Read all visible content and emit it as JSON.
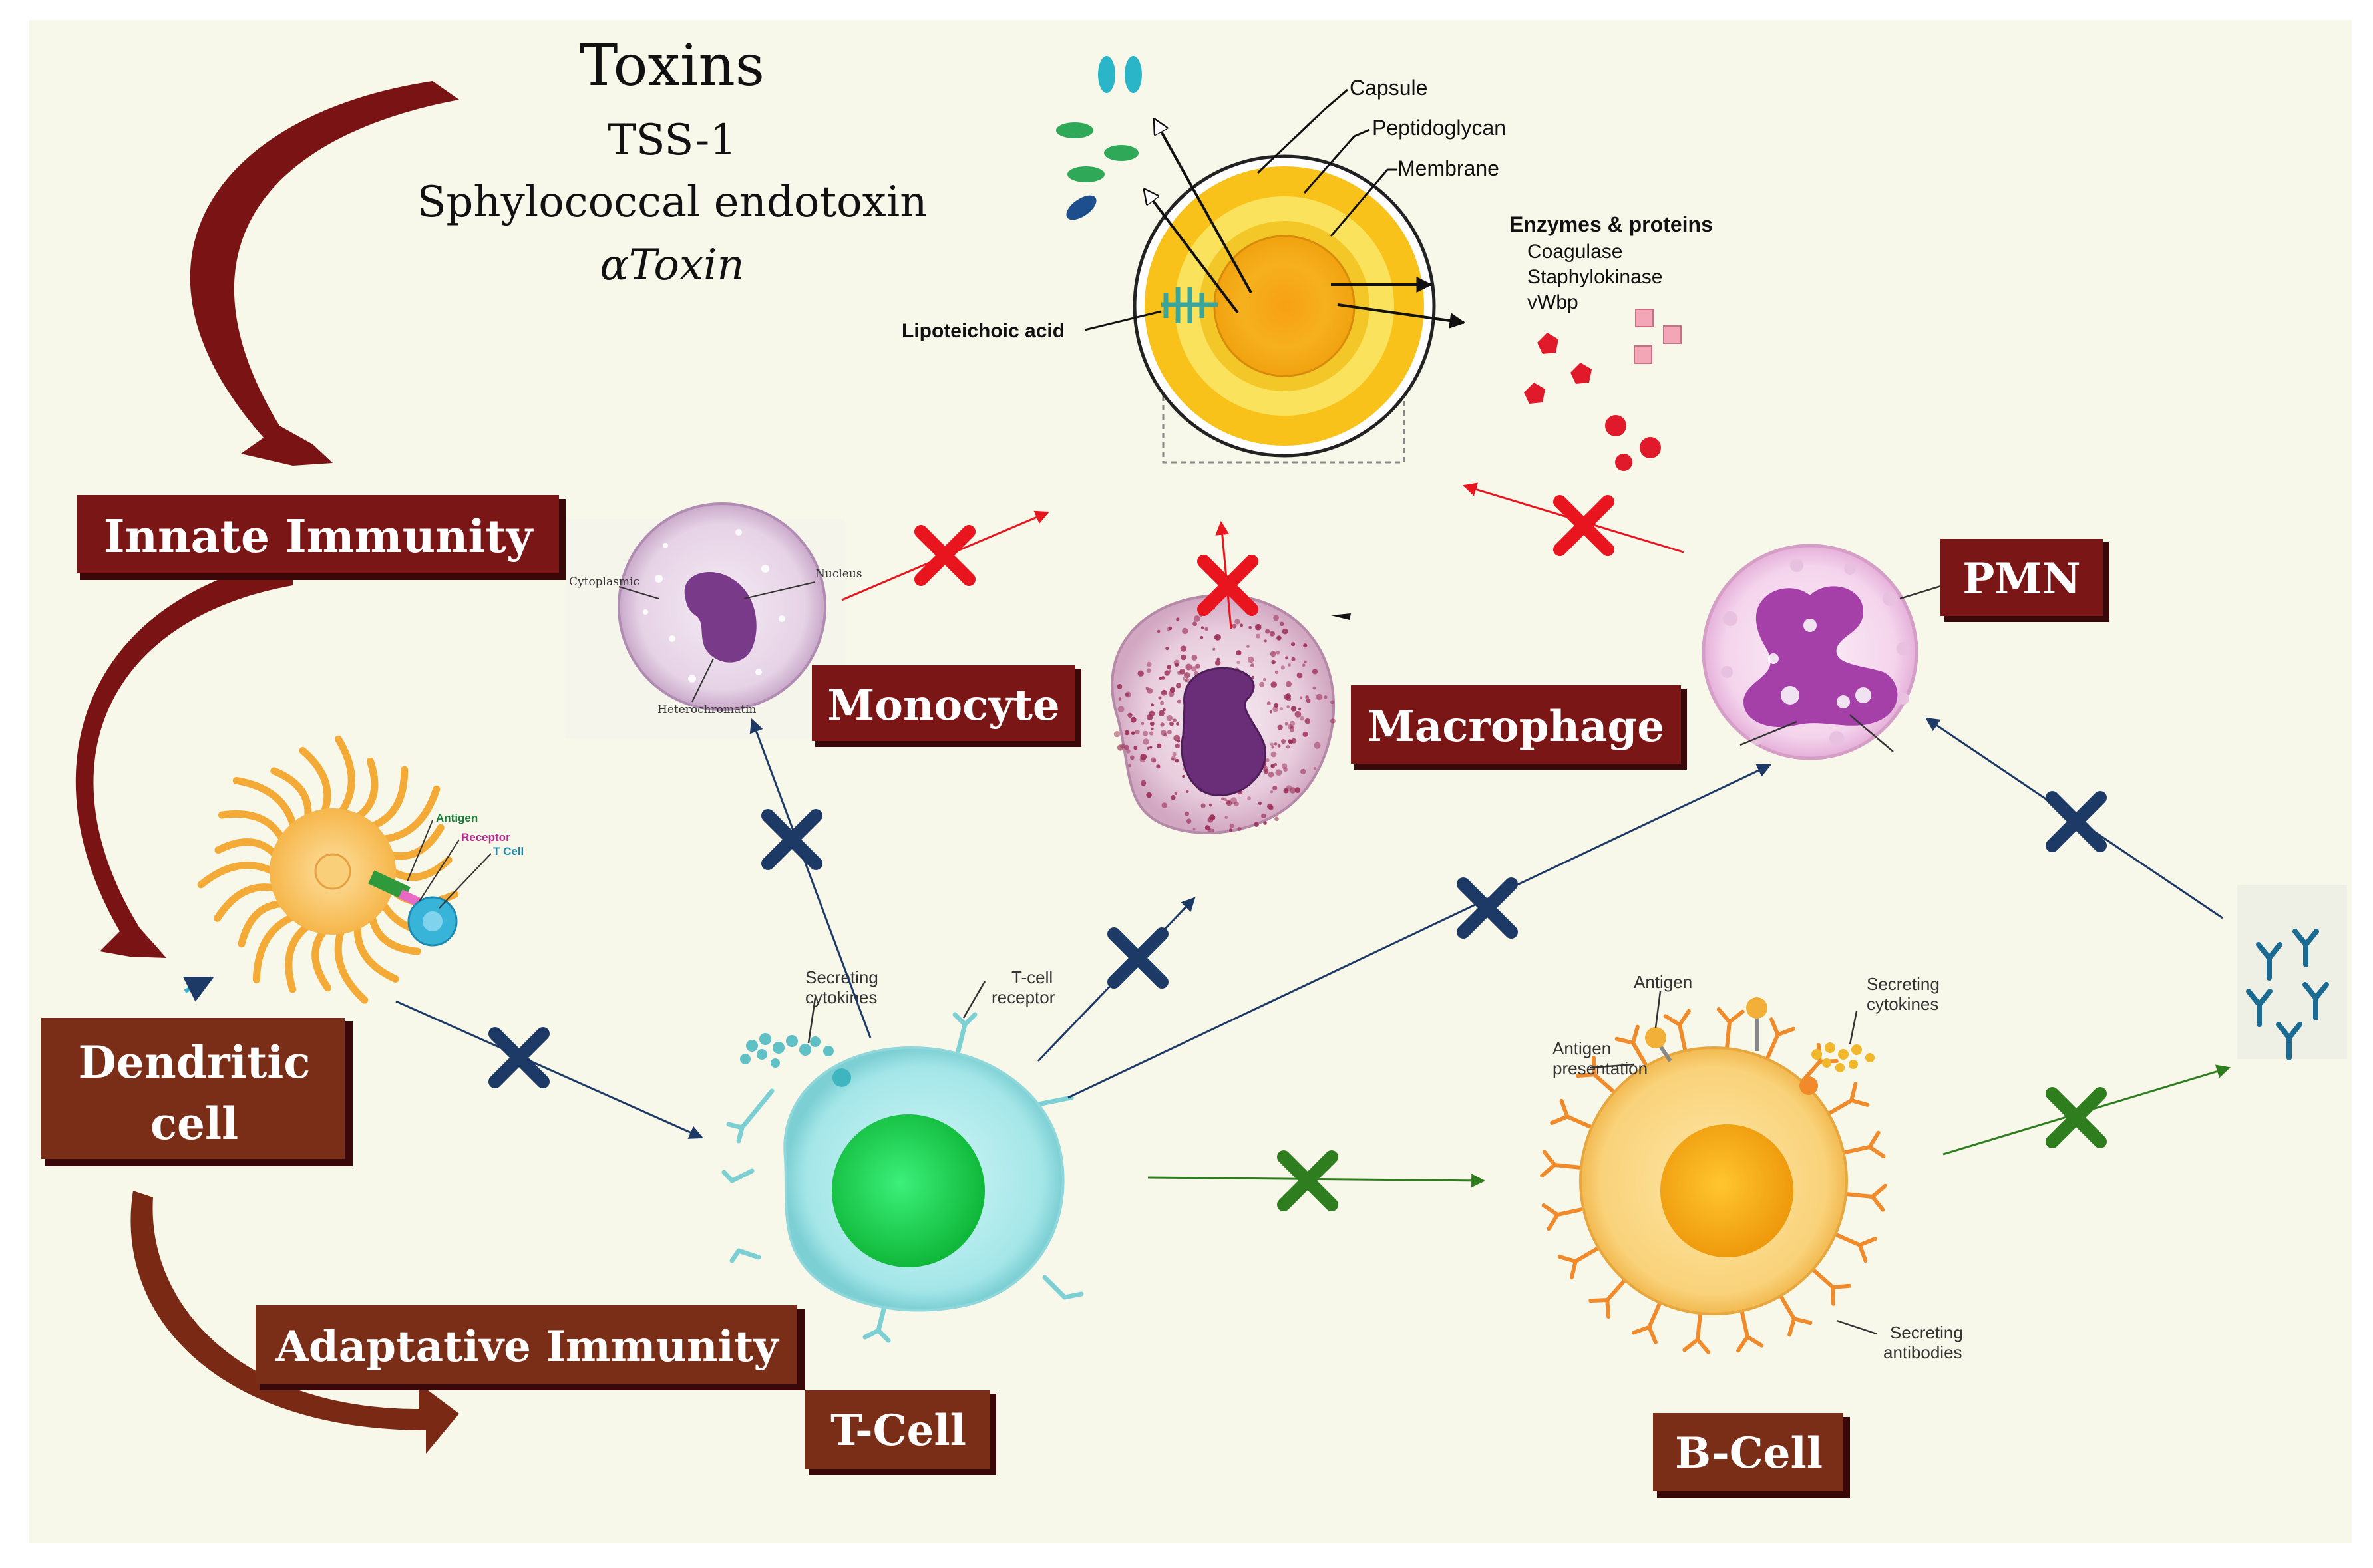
{
  "toxins": {
    "title": "Toxins",
    "items": [
      "TSS-1",
      "Sphylococcal endotoxin",
      "αToxin"
    ]
  },
  "bacterium": {
    "labels": {
      "capsule": "Capsule",
      "peptidoglycan": "Peptidoglycan",
      "membrane": "Membrane",
      "lipoteichoic_acid": "Lipoteichoic acid"
    },
    "enzymes": {
      "title": "Enzymes & proteins",
      "items": [
        "Coagulase",
        "Staphylokinase",
        "vWbp"
      ]
    }
  },
  "immunity": {
    "innate": "Innate Immunity",
    "adaptive": "Adaptative Immunity"
  },
  "cells": {
    "dendritic": [
      "Dendritic",
      "cell"
    ],
    "monocyte": "Monocyte",
    "macrophage": "Macrophage",
    "pmn": "PMN",
    "tcell": "T-Cell",
    "bcell": "B-Cell"
  },
  "monocyte_labels": {
    "cytoplasm": "Cytoplasmic",
    "nucleus": "Nucleus",
    "chromatin": "Heterochromatin"
  },
  "dendritic_labels": {
    "antigen": "Antigen",
    "receptor": "Receptor",
    "tcell": "T Cell"
  },
  "tcell_labels": {
    "secreting_cytokines": [
      "Secreting",
      "cytokines"
    ],
    "tcell_receptor": [
      "T-cell",
      "receptor"
    ]
  },
  "bcell_labels": {
    "antigen": "Antigen",
    "antigen_presentation": [
      "Antigen",
      "presentation"
    ],
    "secreting_cytokines": [
      "Secreting",
      "cytokines"
    ],
    "secreting_antibodies": [
      "Secreting",
      "antibodies"
    ]
  },
  "colors": {
    "label_box": "#7a1616",
    "label_box_border": "#3a0808",
    "dendritic_box": "#7a2e18",
    "inhibit_red": "#e8141e",
    "inhibit_navy": "#1d3a66",
    "inhibit_green": "#2e7d1e",
    "curve_arrow": "#7a1414"
  }
}
